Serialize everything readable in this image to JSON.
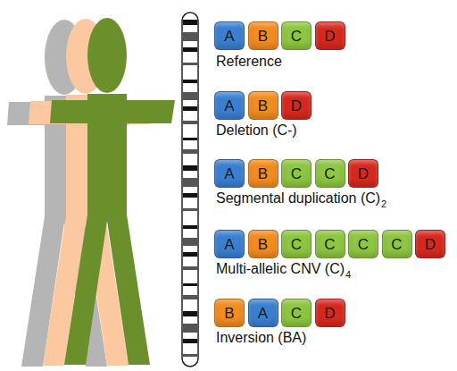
{
  "diagram": {
    "nodes": [
      {
        "text": [
          "A"
        ]
      },
      {
        "text": [
          "B"
        ]
      },
      {
        "text": [
          "C"
        ]
      },
      {
        "text": [
          "D"
        ]
      },
      {
        "text": [
          "A"
        ]
      },
      {
        "text": [
          "B"
        ]
      },
      {
        "text": [
          "D"
        ]
      },
      {
        "text": [
          "A"
        ]
      },
      {
        "text": [
          "B"
        ]
      },
      {
        "text": [
          "C"
        ]
      },
      {
        "text": [
          "C"
        ]
      },
      {
        "text": [
          "D"
        ]
      },
      {
        "text": [
          "A"
        ]
      },
      {
        "text": [
          "B"
        ]
      },
      {
        "text": [
          "C"
        ]
      },
      {
        "text": [
          "C"
        ]
      },
      {
        "text": [
          "C"
        ]
      },
      {
        "text": [
          "C"
        ]
      },
      {
        "text": [
          "D"
        ]
      },
      {
        "text": [
          "B"
        ]
      },
      {
        "text": [
          "A"
        ]
      },
      {
        "text": [
          "C"
        ]
      },
      {
        "text": [
          "D"
        ]
      }
    ],
    "labels": [
      "Reference",
      "Deletion (C-)",
      "Segmental duplication (C)",
      "2",
      "Multi-allelic CNV (C)",
      "4",
      "Inversion (BA)"
    ]
  }
}
